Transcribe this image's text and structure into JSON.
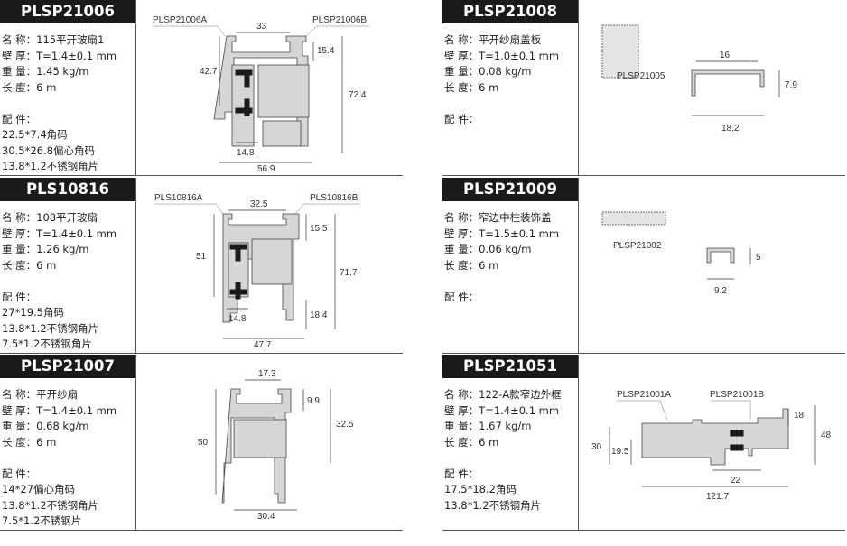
{
  "cards": [
    {
      "code": "PLSP21006",
      "specs": [
        "名 称：115平开玻扇1",
        "壁 厚：T=1.4±0.1 mm",
        "重 量：1.45 kg/m",
        "长 度：6 m"
      ],
      "parts_label": "配 件：",
      "parts": [
        "22.5*7.4角码",
        "30.5*26.8偏心角码",
        "13.8*1.2不锈钢角片"
      ],
      "drawing": {
        "label_a": "PLSP21006A",
        "label_b": "PLSP21006B",
        "dims": [
          "33",
          "15.4",
          "42.7",
          "72.4",
          "14.8",
          "56.9"
        ]
      }
    },
    {
      "code": "PLS10816",
      "specs": [
        "名 称：108平开玻扇",
        "壁 厚：T=1.4±0.1 mm",
        "重 量：1.26 kg/m",
        "长 度：6 m"
      ],
      "parts_label": "配 件：",
      "parts": [
        "27*19.5角码",
        "13.8*1.2不锈钢角片",
        "7.5*1.2不锈钢角片"
      ],
      "drawing": {
        "label_a": "PLS10816A",
        "label_b": "PLS10816B",
        "dims": [
          "32.5",
          "15.5",
          "51",
          "71.7",
          "14.8",
          "18.4",
          "47.7"
        ]
      }
    },
    {
      "code": "PLSP21007",
      "specs": [
        "名 称：平开纱扇",
        "壁 厚：T=1.4±0.1 mm",
        "重 量：0.68 kg/m",
        "长 度：6 m"
      ],
      "parts_label": "配 件：",
      "parts": [
        "14*27偏心角码",
        "13.8*1.2不锈钢角片",
        "7.5*1.2不锈钢片"
      ],
      "drawing": {
        "dims": [
          "17.3",
          "9.9",
          "32.5",
          "50",
          "30.4"
        ]
      }
    },
    {
      "code": "PLSP21008",
      "specs": [
        "名 称：平开纱扇盖板",
        "壁 厚：T=1.0±0.1 mm",
        "重 量：0.08 kg/m",
        "长 度：6 m"
      ],
      "parts_label": "配 件：",
      "parts": [],
      "drawing": {
        "ref": "PLSP21005",
        "dims": [
          "16",
          "7.9",
          "18.2"
        ]
      }
    },
    {
      "code": "PLSP21009",
      "specs": [
        "名 称：窄边中柱装饰盖",
        "壁 厚：T=1.5±0.1 mm",
        "重 量：0.06 kg/m",
        "长 度：6 m"
      ],
      "parts_label": "配 件：",
      "parts": [],
      "drawing": {
        "ref": "PLSP21002",
        "dims": [
          "5",
          "9.2"
        ]
      }
    },
    {
      "code": "PLSP21051",
      "specs": [
        "名 称：122-A款窄边外框",
        "壁 厚：T=1.4±0.1 mm",
        "重 量：1.67 kg/m",
        "长 度：6 m"
      ],
      "parts_label": "配 件：",
      "parts": [
        "17.5*18.2角码",
        "13.8*1.2不锈钢角片"
      ],
      "drawing": {
        "label_a": "PLSP21001A",
        "label_b": "PLSP21001B",
        "dims": [
          "18",
          "48",
          "30",
          "19.5",
          "22",
          "121.7"
        ]
      }
    }
  ]
}
